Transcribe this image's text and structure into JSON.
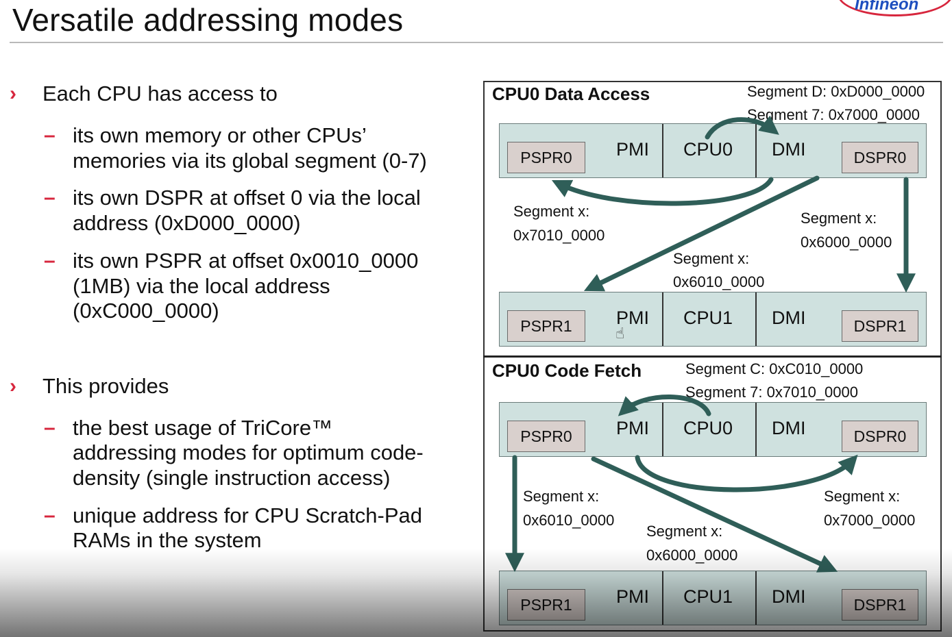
{
  "slide": {
    "title": "Versatile addressing modes",
    "logo_text": "Infineon"
  },
  "bullets": [
    {
      "text": "Each CPU has access to",
      "subs": [
        [
          "its own memory or other CPUs’",
          "memories via its global segment (0-7)"
        ],
        [
          "its own DSPR at offset 0 via the local",
          "address (0xD000_0000)"
        ],
        [
          "its own PSPR at offset 0x0010_0000",
          "(1MB) via the local address",
          "(0xC000_0000)"
        ]
      ]
    },
    {
      "text": "This provides",
      "subs": [
        [
          "the best usage of TriCore™",
          "addressing modes for optimum code-",
          "density (single instruction access)"
        ],
        [
          "unique address for CPU Scratch-Pad",
          "RAMs in the system"
        ]
      ]
    }
  ],
  "diagram": {
    "data_access": {
      "title": "CPU0 Data Access",
      "seg_d": "Segment D: 0xD000_0000",
      "seg_7": "Segment 7: 0x7000_0000",
      "label_a1": "Segment x:",
      "label_a2": "0x7010_0000",
      "label_b1": "Segment x:",
      "label_b2": "0x6010_0000",
      "label_c1": "Segment x:",
      "label_c2": "0x6000_0000"
    },
    "code_fetch": {
      "title": "CPU0 Code Fetch",
      "seg_c": "Segment C: 0xC010_0000",
      "seg_7": "Segment 7: 0x7010_0000",
      "label_a1": "Segment x:",
      "label_a2": "0x6010_0000",
      "label_b1": "Segment x:",
      "label_b2": "0x6000_0000",
      "label_c1": "Segment x:",
      "label_c2": "0x7000_0000"
    },
    "bars": [
      {
        "pspr": "PSPR0",
        "pmi": "PMI",
        "cpu": "CPU0",
        "dmi": "DMI",
        "dspr": "DSPR0"
      },
      {
        "pspr": "PSPR1",
        "pmi": "PMI",
        "cpu": "CPU1",
        "dmi": "DMI",
        "dspr": "DSPR1"
      },
      {
        "pspr": "PSPR0",
        "pmi": "PMI",
        "cpu": "CPU0",
        "dmi": "DMI",
        "dspr": "DSPR0"
      },
      {
        "pspr": "PSPR1",
        "pmi": "PMI",
        "cpu": "CPU1",
        "dmi": "DMI",
        "dspr": "DSPR1"
      }
    ],
    "arrow_color": "#2f5e58"
  }
}
